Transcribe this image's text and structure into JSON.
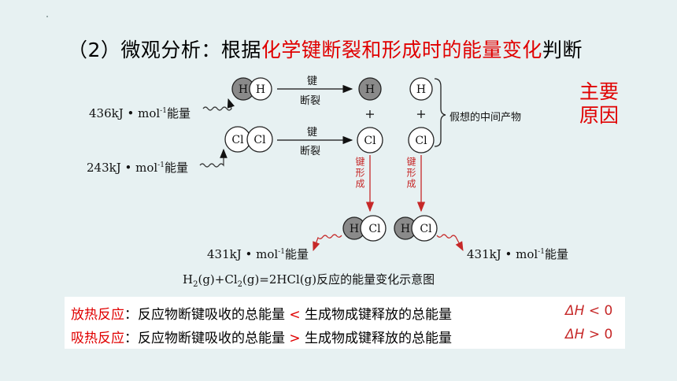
{
  "title": {
    "prefix": "（2）微观分析：根据",
    "highlight": "化学键断裂和形成时的能量变化",
    "suffix": "判断"
  },
  "main_reason": {
    "line1": "主要",
    "line2": "原因"
  },
  "diagram": {
    "atoms": {
      "h": "H",
      "cl": "Cl"
    },
    "energy_in": [
      "436kJ • mol",
      "243kJ • mol"
    ],
    "energy_out": [
      "431kJ • mol",
      "431kJ • mol"
    ],
    "superscript": "-1",
    "unit_suffix": "能量",
    "bond_break_top": "键",
    "bond_break_bottom": "断裂",
    "bond_form": "键形成",
    "plus": "+",
    "intermediate": "假想的中间产物",
    "caption_parts": [
      "H",
      "2",
      "(g)+Cl",
      "2",
      "(g)=2HCl(g)反应的能量变化示意图"
    ]
  },
  "rows": [
    {
      "label": "放热反应",
      "text": "：反应物断键吸收的总能量 ",
      "sign": "<",
      "text2": " 生成物成键释放的总能量",
      "dh_symbol": "ΔH",
      "dh_rel": " < 0"
    },
    {
      "label": "吸热反应",
      "text": "：反应物断键吸收的总能量 ",
      "sign": ">",
      "text2": " 生成物成键释放的总能量",
      "dh_symbol": "ΔH",
      "dh_rel": " > 0"
    }
  ],
  "colors": {
    "highlight": "#e00000",
    "arrow_red": "#c62828",
    "background": "#e7f1f2"
  }
}
